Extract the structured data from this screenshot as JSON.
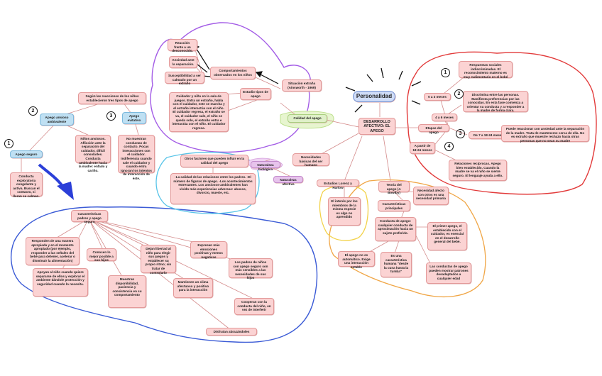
{
  "colors": {
    "node_fill": "#fbd3d3",
    "node_border": "#e39a9a",
    "central_fill": "#cfdcf7",
    "blue_fill": "#bfe0f3",
    "green_fill": "#dff0c8",
    "purple_fill": "#e7c3ec",
    "outline_purple": "#a35ce6",
    "outline_red": "#e23a3a",
    "outline_blue": "#3b5bd6",
    "outline_orange": "#f0a646",
    "outline_yellow": "#f2d24a",
    "outline_cyan": "#58c4e8"
  },
  "nodes": {
    "personalidad": "Personalidad",
    "desarrollo": "DESARROLLO AFECTIVO: EL APEGO",
    "calidad": "Calidad del apego",
    "necesidades": "Necesidades básicas del ser humano",
    "nat_biologica": "Naturaleza biológica",
    "nat_afectiva": "Naturaleza afectiva",
    "otros_factores": "Otros factores que pueden influir en la calidad del apego",
    "calidad_relaciones": "-La calidad de las relaciones entre los padres. -El número de figuras de apego. -Los acontecimientos estresantes. Los ansiosos-ambivalentes han vivido más experiencias adversas: abusos, divorcio, muerte, etc.",
    "situacion_extrana": "Situación extraña (Ainsworth - 1969)",
    "estudio_tipos": "Estudio tipos de apego",
    "comportamientos": "Comportamientos observados en los niños",
    "reaccion": "Reacción frente a un desconocido.",
    "ansiedad": "Ansiedad ante la separación.",
    "susceptibilidad": "Susceptibilidad a ser calmado por un extraño",
    "cuidador_nino": "Cuidador y niño en la sala de juegos. Entra un extraño, habla con el cuidador, este se marcha y el extraño interactúa con el niño. El cuidador regresa, el extraño se va, el cuidador sale, el niño se queda solo, el extraño entra e interactúa con el niño. El cuidador regresa.",
    "segun_reacciones": "Según las reacciones de los niños establecieron tres tipos de apego",
    "ansioso_amb": "Apego ansioso ambivalente",
    "evitativo": "Apego evitativo",
    "seguro": "Apego seguro",
    "ninos_ansiosos": "Niños ansiosos. Aflicción ante la separación del cuidador, difícil consolarles. Conducta ambivalente hacia la madre: enfado y cariño.",
    "no_muestran": "No muestran conductas de contacto. Pocas interacciones con el cuidador. Indiferencia cuando sale el cuidador y cuando entra ignoran los intentos de interacción de éste.",
    "conducta_exploratoria": "Conducta exploratoria congelante y activa. Buscan el contacto, si lloran se calman.",
    "caracteristicas_padres": "Características padres y apego seguro",
    "responden": "Responden de una manera apropiada y en el momento apropiado (por ejemplo, responder a las señales del bebé para detener, acelerar o disminuir la alimentación)",
    "conocen": "Conocen lo mejor posible a sus hijos",
    "dejan_libertad": "Dejan libertad al niño para elegir sus juegos y establecer su propio ritmo; sin tratar de controlarlo",
    "expresan": "Expresan más emociones positivas y menos negativas",
    "padres_ninos": "Los padres de niños con apego seguro son más sensibles a las necesidades de sus hijos",
    "apoyan": "Apoyan al niño cuando quiere separarse de ellos y explorar el ambiente dándole protección y seguridad cuando lo necesita.",
    "muestran": "Muestran disponibilidad, paciencia y consistencia en su comportamiento",
    "mantienen": "Mantienen un clima afectuoso y positivo para la interacción",
    "cooperan": "Cooperan con la conducta del niño, en vez de interferir",
    "disfrutan": "Disfrutan abrazándoles",
    "estudios_lorenz": "Estudios Lorenz y Harlow",
    "interes": "El interés por los miembros de la misma especie es algo no aprendido",
    "teoria_apego": "Teoría del apego (J. Bowlby)",
    "necesidad_afecto": "Necesidad afecto con otros es una necesidad primaria",
    "caracteristicas_principales": "Características principales",
    "conducta_apego": "Conducta de apego: cualquier conducta de aproximación hacia un sujeto preferido.",
    "primer_apego": "El primer apego, el establecido con el cuidador, es esencial en el desarrollo general del bebé.",
    "no_automatico": "El apego no es automático. Exige una interacción estable",
    "caracteristica_humana": "Es una característica humana \"desde la cuna hasta la tumba\"",
    "conductas_apego": "Las conductas de apego pueden mostrar patrones desadaptados a cualquier edad",
    "etapas": "Etapas del apego",
    "tres_meses": "0 a 3 meses",
    "cuatro_seis": "4 a 6 meses",
    "siete_meses": "De 7 a 18-24 meses",
    "a_partir": "A partir de 18-24 meses",
    "respuestas_sociales": "Respuestas sociales indiscriminadas. El reconocimiento materno es muy rudimentario en el bebé",
    "discrimina": "Discrimina entre las personas. Manifiesta preferencias por las conocidas. En esta fase comienza a orientar su conducta y a responder a la madre de forma clara.",
    "puede_reaccionar": "Puede reaccionar con ansiedad ante la separación de la madre. Trata de mantenerse cerca de ella. No es extraño que muestre rechazo hacia otras personas que no sean su madre",
    "relaciones_reciprocas": "Relaciones recíprocas. Apego bien establecido. Cuando la madre se va el niño se siente seguro. El lenguaje ayuda a ello."
  },
  "markers": {
    "m1": "1",
    "m2": "2",
    "m3": "3",
    "r1": "1",
    "r2": "2",
    "r3": "3",
    "r4": "4"
  }
}
